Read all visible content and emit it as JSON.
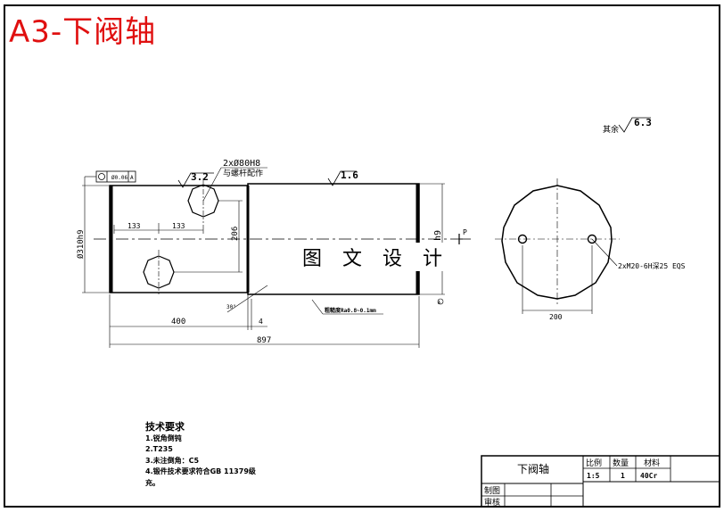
{
  "title": "A3-下阀轴",
  "roughness_note": {
    "label": "其余",
    "value": "6.3"
  },
  "watermark": "图 文 设 计",
  "front_view": {
    "tol_frame": "Ø0.06",
    "tol_ref": "A",
    "roughness_left": "3.2",
    "roughness_right": "1.6",
    "hole_callout": "2xØ80H8",
    "hole_note": "与螺杆配作",
    "dia_left": "Ø310h9",
    "dia_right": "h9",
    "dim_133_a": "133",
    "dim_133_b": "133",
    "dim_206": "206",
    "dim_400": "400",
    "dim_4": "4",
    "dim_897": "897",
    "chamfer": "30°",
    "surface_note": "粗糙度Ra0.8~0.1mm",
    "section_mark": "P",
    "datum": "A"
  },
  "side_view": {
    "thread_callout": "2xM20-6H深25 EQS",
    "dim_200": "200"
  },
  "tech_req": {
    "heading": "技术要求",
    "lines": [
      "1.锐角倒钝",
      "2.T235",
      "3.未注倒角：C5",
      "4.锻件技术要求符合GB 11379级",
      "充。"
    ]
  },
  "title_block": {
    "part_name": "下阀轴",
    "col_scale": "比例",
    "col_qty": "数量",
    "col_material": "材料",
    "scale": "1:5",
    "qty": "1",
    "material": "40Cr",
    "drawn": "制图",
    "checked": "审核"
  }
}
